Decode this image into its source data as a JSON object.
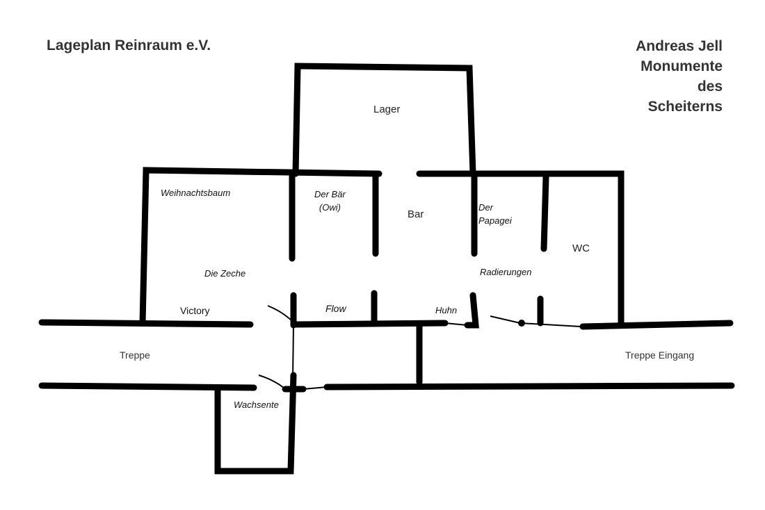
{
  "title_left": "Lageplan  Reinraum e.V.",
  "title_right": [
    "Andreas Jell",
    "Monumente",
    "des",
    "Scheiterns"
  ],
  "rooms": {
    "lager": "Lager",
    "weihnachtsbaum": "Weihnachtsbaum",
    "der_baer": [
      "Der Bär",
      "(Owi)"
    ],
    "bar": "Bar",
    "der_papagei": [
      "Der",
      "Papagei"
    ],
    "wc": "WC",
    "die_zeche": "Die Zeche",
    "radierungen": "Radierungen",
    "victory": "Victory",
    "flow": "Flow",
    "huhn": "Huhn",
    "treppe": "Treppe",
    "treppe_eingang": "Treppe Eingang",
    "wachsente": "Wachsente"
  }
}
